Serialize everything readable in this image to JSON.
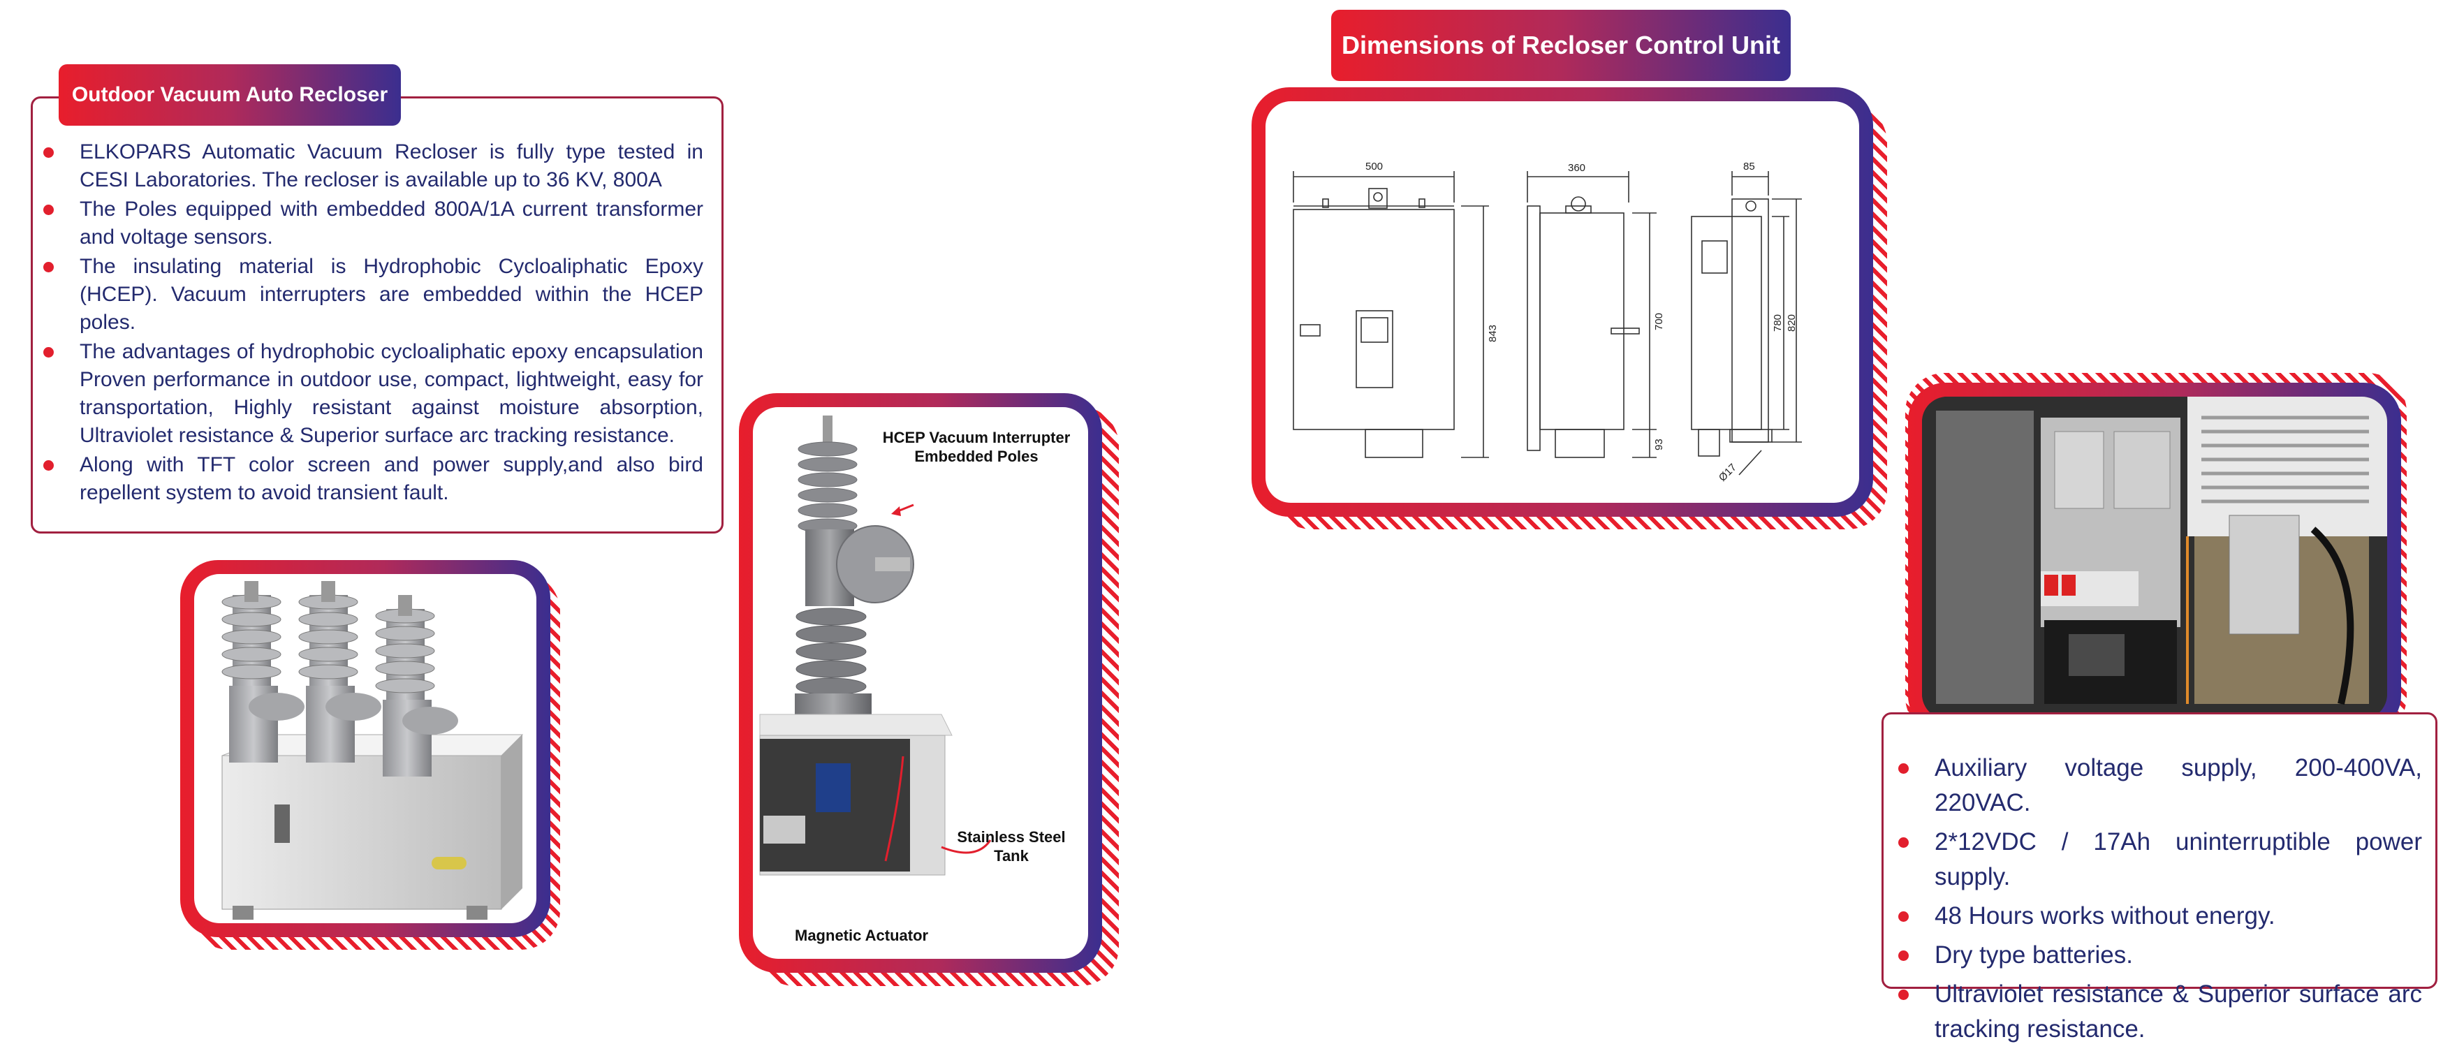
{
  "left": {
    "title": "Outdoor Vacuum Auto Recloser",
    "bullets": [
      "ELKOPARS Automatic Vacuum Recloser is fully type tested in CESI Laboratories. The recloser is available up to 36 KV, 800A",
      "The Poles equipped with embedded 800A/1A current transformer and voltage sensors.",
      "The insulating material is Hydrophobic Cycloaliphatic Epoxy (HCEP). Vacuum interrupters are embedded within the HCEP poles.",
      "The advantages of hydrophobic cycloaliphatic epoxy encapsulation Proven performance in outdoor use, compact, lightweight, easy for transportation, Highly resistant against moisture absorption, Ultraviolet resistance & Superior surface arc tracking resistance.",
      "Along with TFT color screen and power supply,and also bird repellent system to avoid transient fault."
    ]
  },
  "pole_image": {
    "label_top": "HCEP Vacuum Interrupter\nEmbedded Poles",
    "label_tank": "Stainless Steel\nTank",
    "label_actuator": "Magnetic Actuator"
  },
  "dimensions": {
    "title": "Dimensions of Recloser Control Unit",
    "front_width": "500",
    "front_height": "843",
    "side_width": "360",
    "side_height": "700",
    "side_bottom": "93",
    "rear_width": "85",
    "rear_height_inner": "780",
    "rear_height_outer": "820",
    "rear_diameter": "Ø17"
  },
  "right": {
    "bullets": [
      "Auxiliary voltage supply, 200-400VA, 220VAC.",
      "2*12VDC / 17Ah uninterruptible power supply.",
      "48 Hours works without energy.",
      "Dry type batteries.",
      "Ultraviolet resistance & Superior surface arc tracking resistance."
    ]
  },
  "colors": {
    "accent_red": "#e21f2d",
    "accent_blue": "#3b2e8f",
    "text_navy": "#232a6e"
  }
}
